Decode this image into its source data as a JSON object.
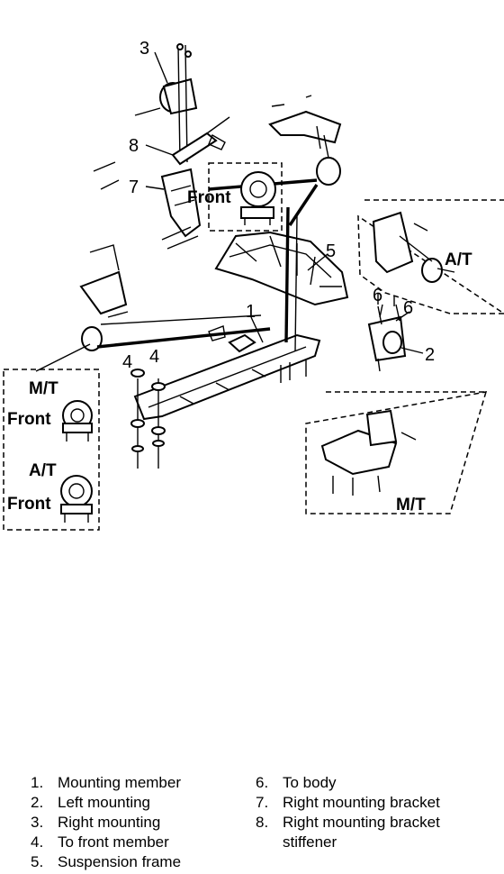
{
  "callouts": {
    "c1": "1",
    "c2": "2",
    "c3": "3",
    "c4a": "4",
    "c4b": "4",
    "c5": "5",
    "c6a": "6",
    "c6b": "6",
    "c7": "7",
    "c8": "8"
  },
  "insets": {
    "front_top": "Front",
    "at_right": "A/T",
    "mt_left": "M/T",
    "mt_left_front": "Front",
    "at_left": "A/T",
    "at_left_front": "Front",
    "mt_bottom": "M/T"
  },
  "legend": {
    "left": [
      {
        "num": "1.",
        "text": "Mounting member"
      },
      {
        "num": "2.",
        "text": "Left mounting"
      },
      {
        "num": "3.",
        "text": "Right mounting"
      },
      {
        "num": "4.",
        "text": "To front member"
      },
      {
        "num": "5.",
        "text": "Suspension frame"
      }
    ],
    "right": [
      {
        "num": "6.",
        "text": "To body"
      },
      {
        "num": "7.",
        "text": "Right mounting bracket"
      },
      {
        "num": "8.",
        "text": "Right mounting bracket stiffener"
      }
    ]
  }
}
